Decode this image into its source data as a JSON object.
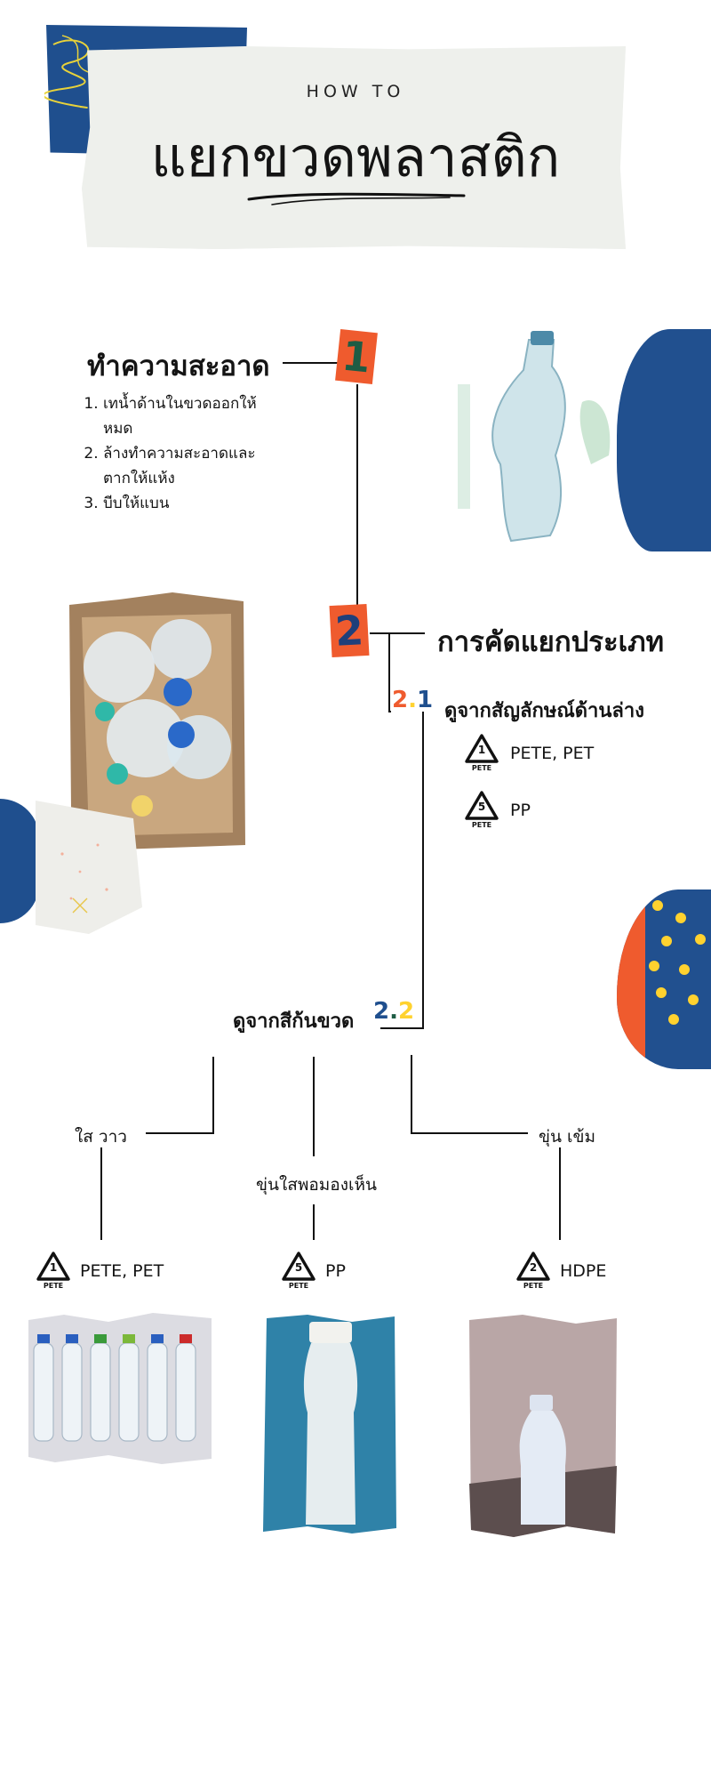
{
  "header": {
    "kicker": "HOW TO",
    "title": "แยกขวดพลาสติก"
  },
  "step1": {
    "number": "1",
    "heading": "ทำความสะอาด",
    "items": [
      "เทน้ำด้านในขวดออกให้หมด",
      "ล้างทำความสะอาดและตากให้แห้ง",
      "บีบให้แบน"
    ]
  },
  "step2": {
    "number": "2",
    "heading": "การคัดแยกประเภท",
    "sub1": {
      "number_major": "2",
      "number_minor": "1",
      "heading": "ดูจากสัญลักษณ์ด้านล่าง",
      "codes": [
        {
          "symbol_number": "1",
          "symbol_text": "PETE",
          "label": "PETE, PET"
        },
        {
          "symbol_number": "5",
          "symbol_text": "PETE",
          "label": "PP"
        }
      ]
    },
    "sub2": {
      "number_major": "2",
      "number_minor": "2",
      "heading": "ดูจากสีก้นขวด",
      "branches": [
        {
          "color_label": "ใส วาว",
          "symbol_number": "1",
          "symbol_text": "PETE",
          "label": "PETE, PET"
        },
        {
          "color_label": "ขุ่นใสพอมองเห็น",
          "symbol_number": "5",
          "symbol_text": "PETE",
          "label": "PP"
        },
        {
          "color_label": "ขุ่น เข้ม",
          "symbol_number": "2",
          "symbol_text": "PETE",
          "label": "HDPE"
        }
      ]
    }
  },
  "colors": {
    "navy": "#1f4f8e",
    "orange": "#ef5b2e",
    "yellow": "#ffd22f",
    "green": "#1e5c44",
    "paper": "#eef0ec"
  }
}
